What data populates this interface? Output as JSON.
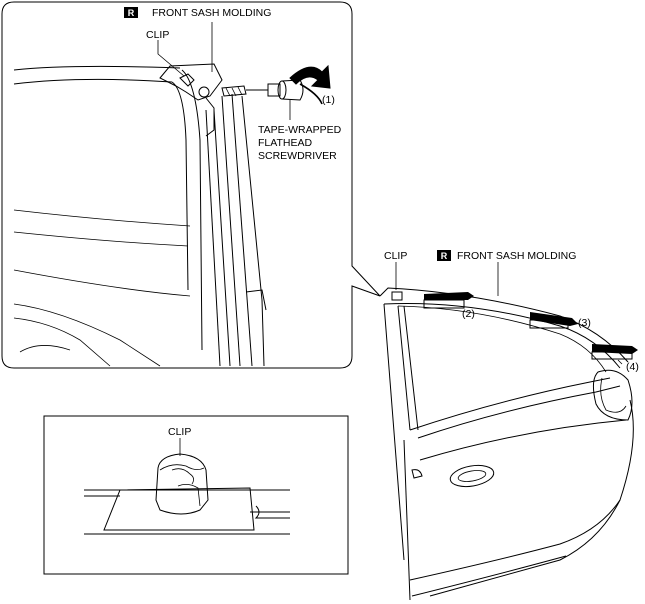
{
  "labels": {
    "r_badge": "R",
    "front_sash_molding_top": "FRONT SASH MOLDING",
    "clip_top": "CLIP",
    "step_1": "(1)",
    "screwdriver_line1": "TAPE-WRAPPED",
    "screwdriver_line2": "FLATHEAD",
    "screwdriver_line3": "SCREWDRIVER",
    "clip_right": "CLIP",
    "front_sash_molding_right": "FRONT SASH MOLDING",
    "step_2": "(2)",
    "step_3": "(3)",
    "step_4": "(4)",
    "clip_bottom": "CLIP"
  }
}
